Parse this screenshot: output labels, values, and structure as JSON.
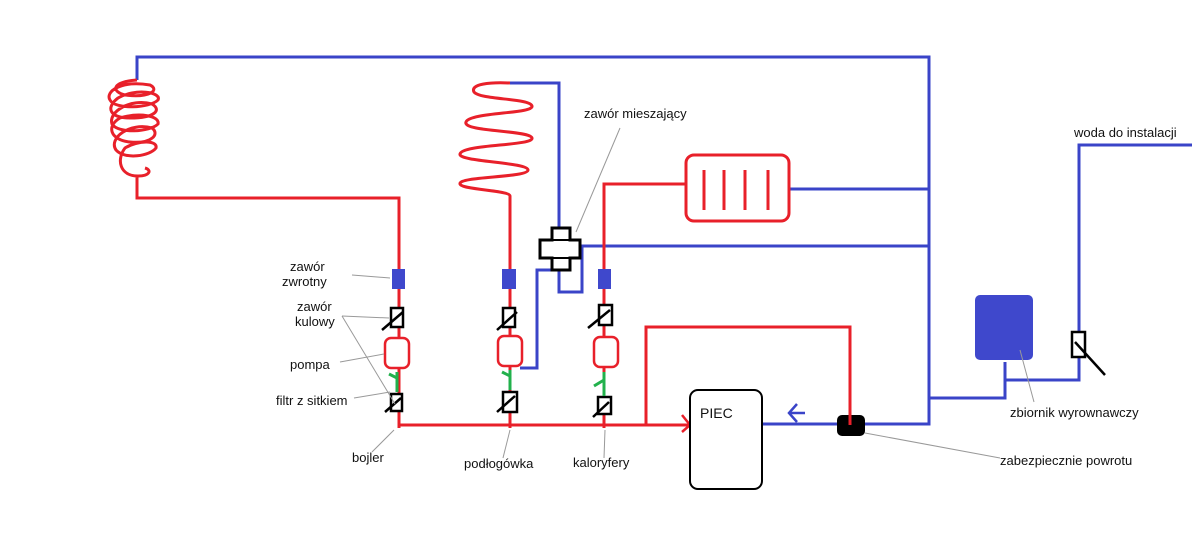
{
  "labels": {
    "zawor_zwrotny_line1": "zawór",
    "zawor_zwrotny_line2": "zwrotny",
    "zawor_kulowy_line1": "zawór",
    "zawor_kulowy_line2": "kulowy",
    "pompa": "pompa",
    "filtr": "filtr z sitkiem",
    "bojler": "bojler",
    "podlogowka": "podłogówka",
    "kaloryfery": "kaloryfery",
    "zawor_mieszajacy": "zawór mieszający",
    "woda_do_instalacji": "woda do instalacji",
    "zbiornik": "zbiornik wyrownawczy",
    "zabezpieczenie": "zabezpiecznie powrotu",
    "piec": "PIEC"
  },
  "colors": {
    "supply": "#e8202a",
    "return": "#3a44c8",
    "filter": "#22b14c",
    "outline": "#000000",
    "check_valve": "#3f48cc",
    "tank": "#3f48cc"
  }
}
